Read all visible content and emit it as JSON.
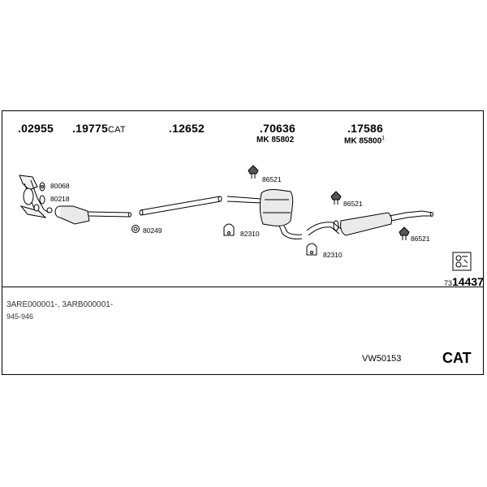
{
  "parts": [
    {
      "number": ".02955",
      "suffix": ""
    },
    {
      "number": ".19775",
      "suffix": "CAT"
    },
    {
      "number": ".12652",
      "suffix": ""
    },
    {
      "number": ".70636",
      "suffix": ""
    },
    {
      "number": ".17586",
      "suffix": ""
    }
  ],
  "kits": {
    "k1": "MK  85802",
    "k2": "MK  85800",
    "k2_sup": "1"
  },
  "refs": [
    "80068",
    "80218",
    "80249",
    "86521",
    "82310",
    "82310",
    "86521",
    "86521"
  ],
  "catalog": {
    "prefix": "73",
    "number": "14437"
  },
  "info": {
    "line1": "3ARE000001-, 3ARB000001-",
    "line2": "945-946"
  },
  "code": "VW50153",
  "cat": "CAT"
}
